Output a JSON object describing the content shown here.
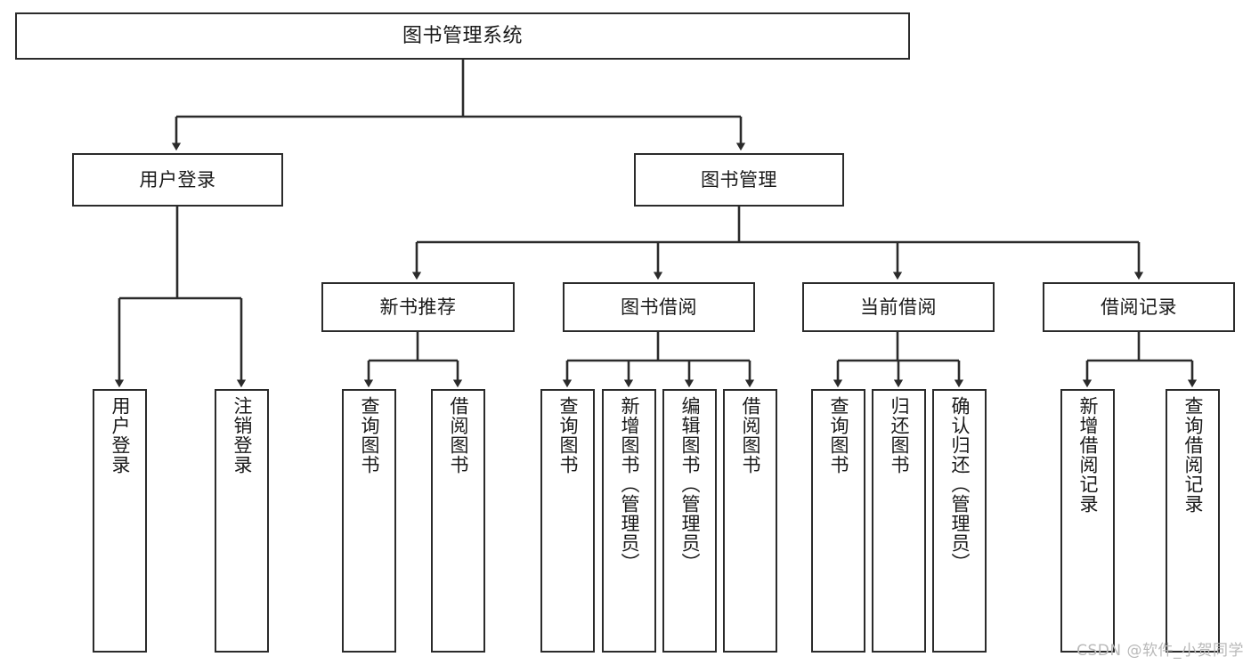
{
  "diagram": {
    "title": "图书管理系统",
    "type": "tree",
    "watermark": "CSDN @软件_小贺同学",
    "colors": {
      "box_border": "#2b2b2b",
      "box_fill": "#ffffff",
      "edge": "#2b2b2b",
      "text": "#1a1a1a",
      "watermark": "#b9b9b9",
      "background": "#ffffff"
    },
    "nodes": {
      "root": {
        "label": "图书管理系统"
      },
      "level1": [
        {
          "id": "user-login",
          "label": "用户登录"
        },
        {
          "id": "book-manage",
          "label": "图书管理"
        }
      ],
      "level2": [
        {
          "id": "new-book-rec",
          "label": "新书推荐"
        },
        {
          "id": "book-borrow",
          "label": "图书借阅"
        },
        {
          "id": "current-borrow",
          "label": "当前借阅"
        },
        {
          "id": "borrow-record",
          "label": "借阅记录"
        }
      ],
      "leaves": {
        "user_login": [
          {
            "id": "leaf-user-login",
            "label": "用户登录"
          },
          {
            "id": "leaf-logout",
            "label": "注销登录"
          }
        ],
        "new_book_rec": [
          {
            "id": "leaf-query-book-1",
            "label": "查询图书"
          },
          {
            "id": "leaf-borrow-book-1",
            "label": "借阅图书"
          }
        ],
        "book_borrow": [
          {
            "id": "leaf-query-book-2",
            "label": "查询图书"
          },
          {
            "id": "leaf-add-book",
            "label": "新增图书（管理员）"
          },
          {
            "id": "leaf-edit-book",
            "label": "编辑图书（管理员）"
          },
          {
            "id": "leaf-borrow-book-2",
            "label": "借阅图书"
          }
        ],
        "current_borrow": [
          {
            "id": "leaf-query-book-3",
            "label": "查询图书"
          },
          {
            "id": "leaf-return-book",
            "label": "归还图书"
          },
          {
            "id": "leaf-confirm-return",
            "label": "确认归还（管理员）"
          }
        ],
        "borrow_record": [
          {
            "id": "leaf-add-record",
            "label": "新增借阅记录"
          },
          {
            "id": "leaf-query-record",
            "label": "查询借阅记录"
          }
        ]
      }
    }
  }
}
